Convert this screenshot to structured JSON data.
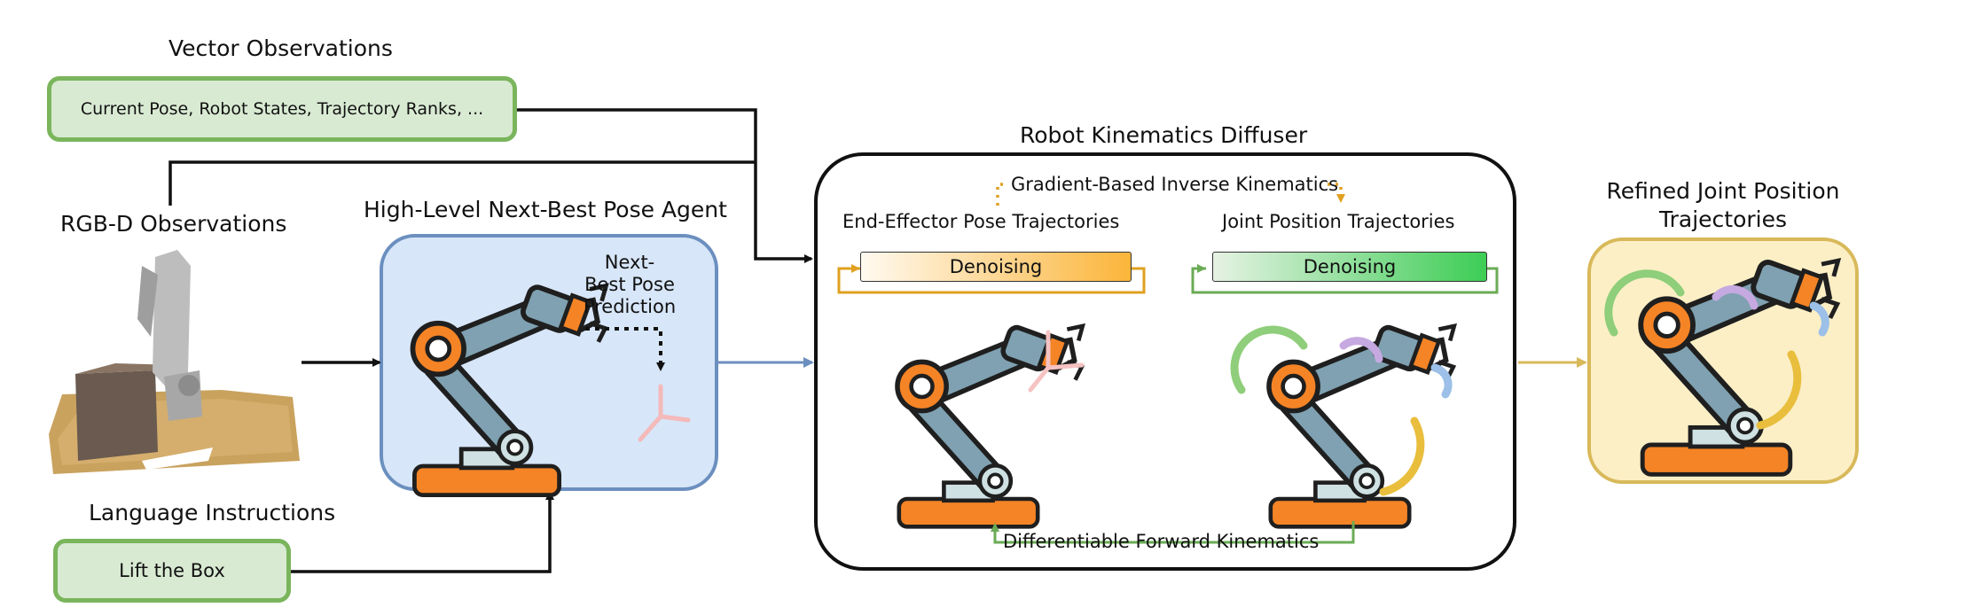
{
  "inputs": {
    "vector_obs_title": "Vector Observations",
    "vector_obs_text": "Current Pose, Robot States, Trajectory Ranks, ...",
    "rgbd_title": "RGB-D Observations",
    "lang_title": "Language Instructions",
    "lang_text": "Lift the Box"
  },
  "agent": {
    "title": "High-Level Next-Best Pose Agent",
    "prediction_line1": "Next-",
    "prediction_line2": "Best Pose",
    "prediction_line3": "Prediction"
  },
  "diffuser": {
    "title": "Robot Kinematics Diffuser",
    "ik_label": "Gradient-Based Inverse Kinematics",
    "ee_title": "End-Effector Pose Trajectories",
    "joint_title": "Joint Position Trajectories",
    "denoise_left": "Denoising",
    "denoise_right": "Denoising",
    "fk_label": "Differentiable Forward Kinematics"
  },
  "output": {
    "title_line1": "Refined Joint Position",
    "title_line2": "Trajectories"
  },
  "colors": {
    "green_fill": "#d9ead3",
    "green_border": "#7ab55c",
    "blue_fill": "#d7e6f8",
    "blue_border": "#6b8fbf",
    "yellow_fill": "#fcefc6",
    "yellow_border": "#d8b95a",
    "robot_orange": "#f58426",
    "robot_steel": "#7fa1b1",
    "robot_light": "#cfe1e3",
    "outline": "#1f1f1f"
  }
}
